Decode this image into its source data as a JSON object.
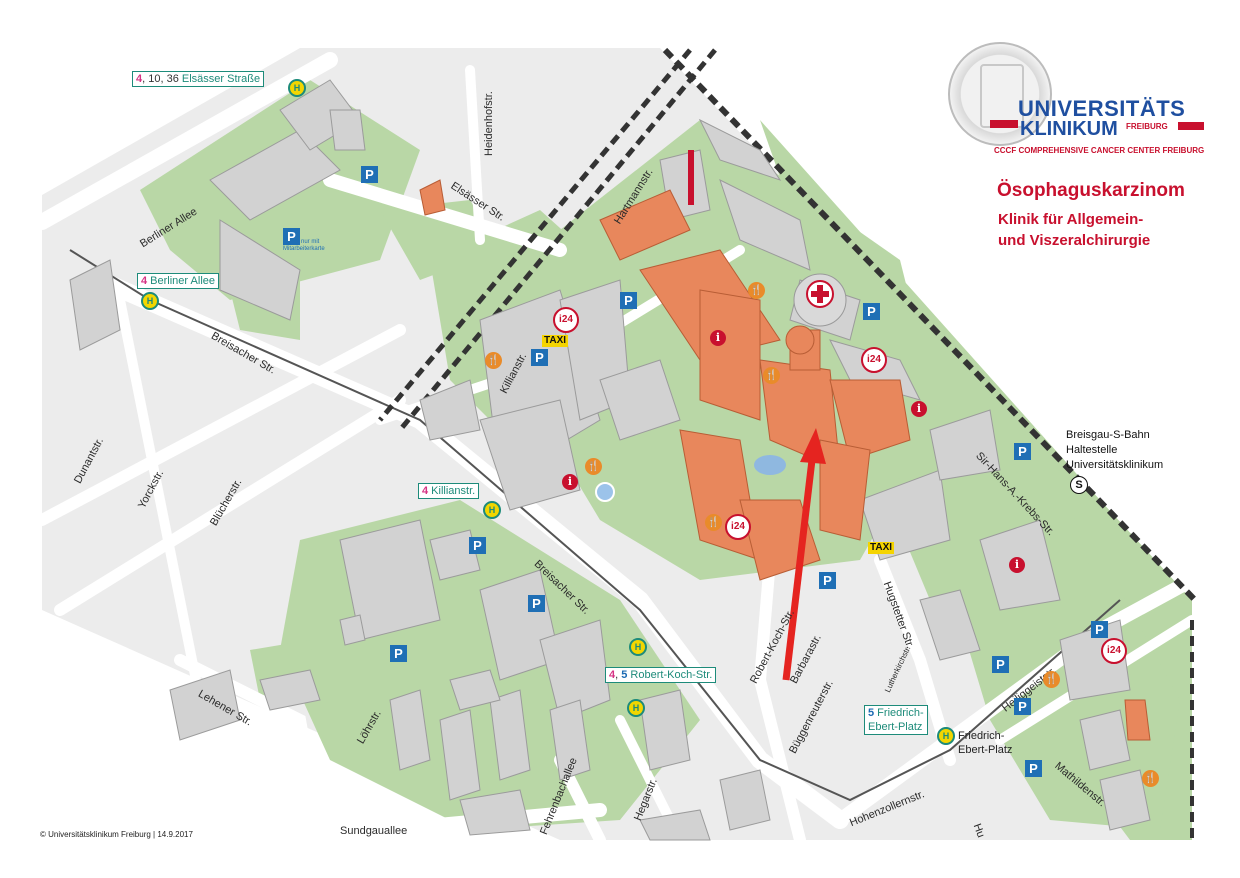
{
  "map": {
    "colors": {
      "green": "#b9d7a6",
      "building": "#d2d2d2",
      "clinic": "#e8875c",
      "road": "#ffffff",
      "rail": "#333333",
      "arrow": "#e52420"
    },
    "streets": [
      {
        "id": "berliner-allee",
        "text": "Berliner Allee"
      },
      {
        "id": "heidenhofstr",
        "text": "Heidenhofstr."
      },
      {
        "id": "elsasser-str",
        "text": "Elsässer Str."
      },
      {
        "id": "hartmannstr",
        "text": "Hartmannstr."
      },
      {
        "id": "breisacher-str-1",
        "text": "Breisacher Str."
      },
      {
        "id": "dunantstr",
        "text": "Dunantstr."
      },
      {
        "id": "yorckstr",
        "text": "Yorckstr."
      },
      {
        "id": "blucherstr",
        "text": "Blücherstr."
      },
      {
        "id": "killianstr",
        "text": "Killianstr."
      },
      {
        "id": "breisacher-str-2",
        "text": "Breisacher Str."
      },
      {
        "id": "lehener-str",
        "text": "Lehener Str."
      },
      {
        "id": "lohrstr",
        "text": "Löhrstr."
      },
      {
        "id": "robert-koch-str",
        "text": "Robert-Koch-Str."
      },
      {
        "id": "barbarastr",
        "text": "Barbarastr."
      },
      {
        "id": "buggenreuterstr",
        "text": "Büggenreuterstr."
      },
      {
        "id": "lutherkirchstr",
        "text": "Lutherkirchstr."
      },
      {
        "id": "hugstetter-str",
        "text": "Hugstetter Str."
      },
      {
        "id": "sir-hans-a-krebs-str",
        "text": "Sir-Hans-A.-Krebs-Str."
      },
      {
        "id": "heiliggeiststr",
        "text": "Heiliggeiststr."
      },
      {
        "id": "mathildenstr",
        "text": "Mathildenstr."
      },
      {
        "id": "hohenzollernstr",
        "text": "Hohenzollernstr."
      },
      {
        "id": "fehrenbachallee",
        "text": "Fehrenbachallee"
      },
      {
        "id": "hegarstr",
        "text": "Hegarstr."
      },
      {
        "id": "sundgauallee",
        "text": "Sundgauallee"
      },
      {
        "id": "hu",
        "text": "Hu"
      }
    ],
    "stops": [
      {
        "id": "elsasser-strasse",
        "line1": "4",
        "lines_rest": ", 10, 36",
        "name": " Elsässer Straße"
      },
      {
        "id": "berliner-allee",
        "line1": "4",
        "lines_rest": "",
        "name": " Berliner Allee"
      },
      {
        "id": "killianstr",
        "line1": "4",
        "lines_rest": "",
        "name": " Killianstr."
      },
      {
        "id": "robert-koch-str",
        "line1": "4",
        "lines_rest": ", ",
        "line2": "5",
        "name": " Robert-Koch-Str."
      }
    ],
    "friedrich_ebert_box": {
      "line": "5",
      "name1": " Friedrich-",
      "name2": "Ebert-Platz"
    },
    "friedrich_ebert_text": {
      "line1": "Friedrich-",
      "line2": "Ebert-Platz"
    },
    "parking_note": {
      "line1": "nur mit",
      "line2": "Mitarbeiterkarte"
    },
    "icons": {
      "halt_glyph": "H",
      "parking_glyph": "P",
      "info24_glyph": "i24",
      "info_glyph": "i",
      "restaurant_glyph": "🍴",
      "taxi_text": "TAXI",
      "sbahn_glyph": "S"
    }
  },
  "logo": {
    "word1": "UNIVERSITÄTS",
    "word2": "KLINIKUM",
    "word3": "FREIBURG",
    "tagline": "CCCF COMPREHENSIVE CANCER CENTER FREIBURG"
  },
  "legend": {
    "title": "Ösophaguskarzinom",
    "subtitle_line1": "Klinik für Allgemein-",
    "subtitle_line2": "und Viszeralchirurgie"
  },
  "sbahn": {
    "line1": "Breisgau-S-Bahn",
    "line2": "Haltestelle",
    "line3": "Universitätsklinikum"
  },
  "copyright": "© Universitätsklinikum Freiburg | 14.9.2017"
}
